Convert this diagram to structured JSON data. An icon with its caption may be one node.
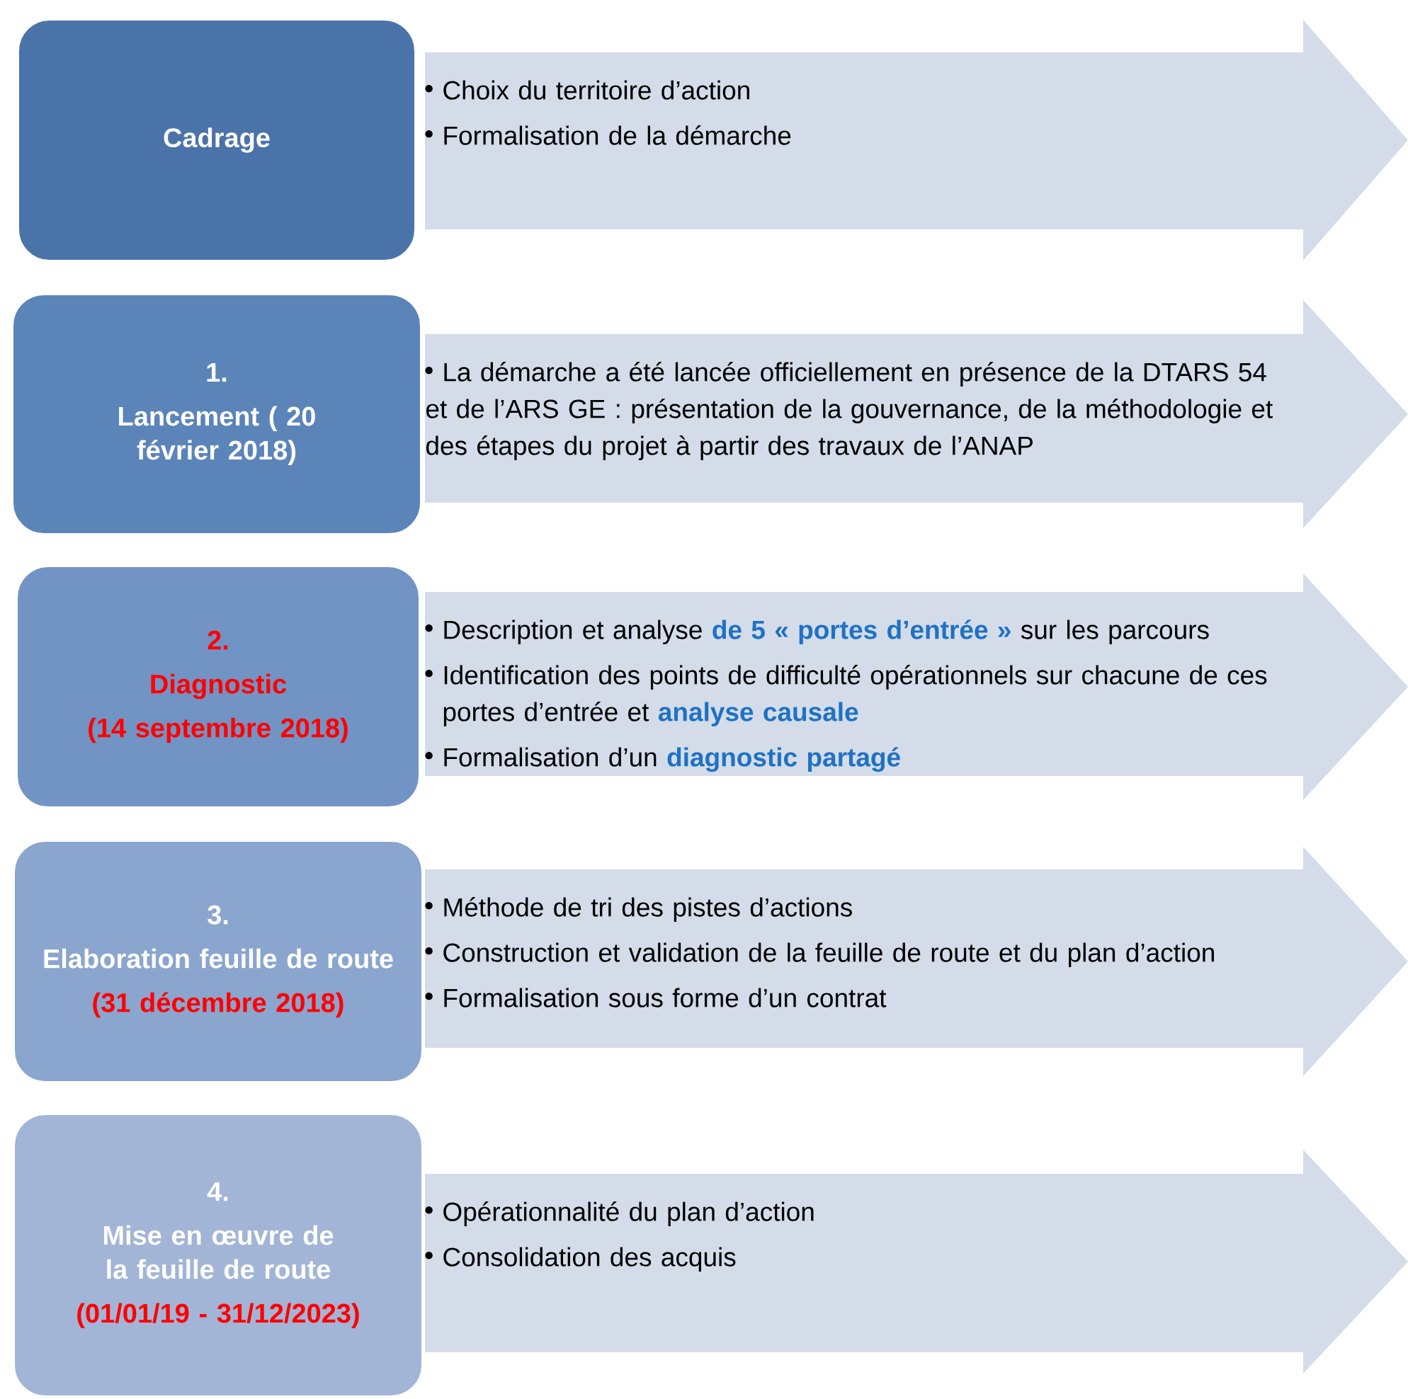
{
  "diagram": {
    "nodes": [
      {
        "text": [
          "Cadrage"
        ]
      },
      {
        "text": [
          "Choix du territoire d’action",
          "Formalisation de la démarche"
        ]
      },
      {
        "text": [
          "1.",
          "Lancement ( 20 février 2018)"
        ]
      },
      {
        "text": [
          "La démarche a été lancée officiellement en présence de la DTARS 54 et de l’ARS GE : présentation de la gouvernance, de la méthodologie et des étapes du projet à partir des travaux de l’ANAP"
        ]
      },
      {
        "text": [
          "2.",
          "Diagnostic",
          "(14 septembre 2018)"
        ]
      },
      {
        "text": [
          "Description et analyse **de 5 « portes d’entrée »** sur les parcours",
          "Identification des points de difficulté opérationnels sur chacune de ces portes d’entrée et **analyse causale**",
          "Formalisation d’un **diagnostic partagé**"
        ]
      },
      {
        "text": [
          "3.",
          "Elaboration feuille de route",
          "(31 décembre 2018)"
        ]
      },
      {
        "text": [
          "Méthode de tri des pistes d’actions",
          "Construction et validation de la feuille de route et du plan d’action",
          "Formalisation sous forme d’un contrat"
        ]
      },
      {
        "text": [
          "4.",
          "Mise en œuvre de la feuille de route",
          "(01/01/19 - 31/12/2023)"
        ]
      },
      {
        "text": [
          "Opérationnalité du plan d’action",
          "Consolidation des acquis"
        ]
      }
    ]
  }
}
